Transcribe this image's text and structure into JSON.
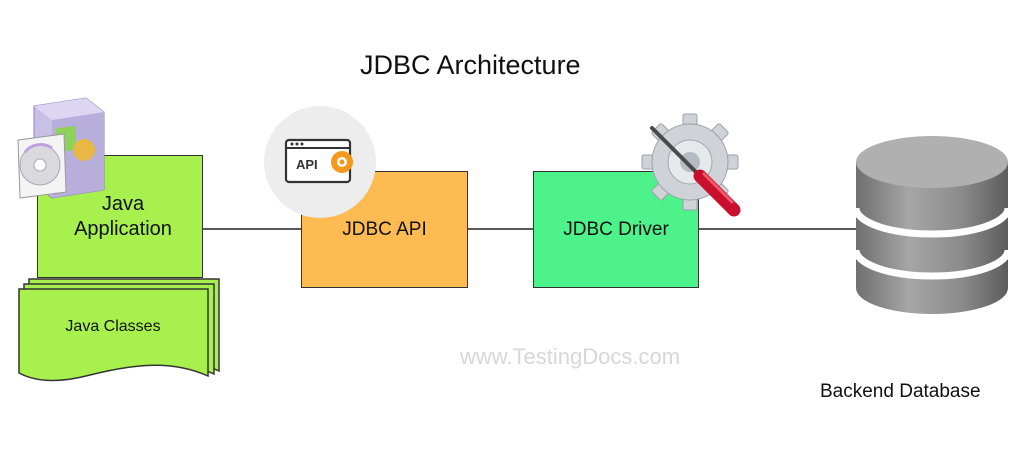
{
  "diagram": {
    "title": "JDBC Architecture",
    "nodes": {
      "java_application": "Java\nApplication",
      "java_classes": "Java Classes",
      "jdbc_api": "JDBC API",
      "jdbc_driver": "JDBC Driver",
      "backend_database": "Backend Database"
    },
    "api_badge_text": "API",
    "watermark": "www.TestingDocs.com",
    "icons": [
      "software-package-icon",
      "api-gear-icon",
      "gear-screwdriver-icon",
      "database-icon"
    ],
    "colors": {
      "java_application": "#a7f04e",
      "java_classes": "#a7f04e",
      "jdbc_api": "#fdbb51",
      "jdbc_driver": "#4df28a",
      "database": "#8c8c8c"
    }
  }
}
